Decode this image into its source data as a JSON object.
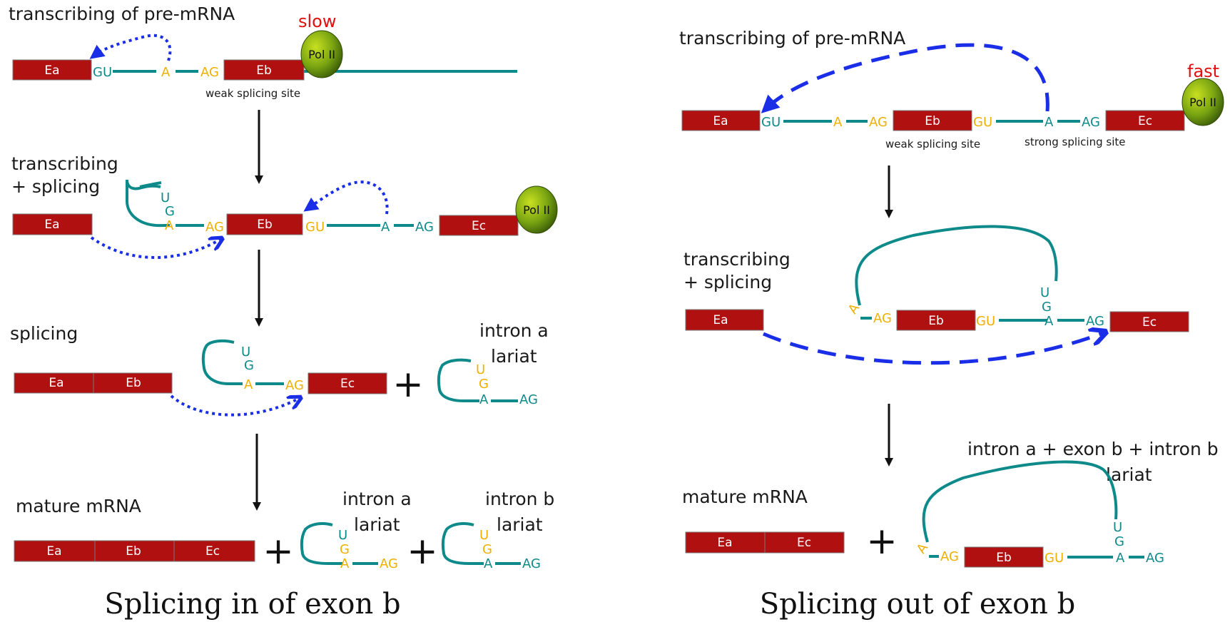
{
  "colors": {
    "exon": "#b01010",
    "intron": "#0e8a8a",
    "splice_yellow": "#f0b000",
    "arrow_blue": "#1a2ee8",
    "speed_red": "#e01010",
    "pol_green": "#6a9a10"
  },
  "left": {
    "stage1_label": "transcribing of pre-mRNA",
    "speed": "slow",
    "stage2_label_line1": "transcribing",
    "stage2_label_line2": "+ splicing",
    "stage3_label": "splicing",
    "stage4_label": "mature mRNA",
    "weak_site": "weak splicing site",
    "intron_a_line1": "intron a",
    "intron_a_line2": "lariat",
    "intron_b_line1": "intron b",
    "intron_b_line2": "lariat",
    "title": "Splicing in of exon b"
  },
  "right": {
    "stage1_label": "transcribing of pre-mRNA",
    "speed": "fast",
    "stage2_label_line1": "transcribing",
    "stage2_label_line2": "+ splicing",
    "stage4_label": "mature mRNA",
    "weak_site": "weak splicing site",
    "strong_site": "strong splicing site",
    "lariat_line1": "intron a + exon  b + intron b",
    "lariat_line2": "lariat",
    "title": "Splicing out of exon b"
  },
  "exons": {
    "ea": "Ea",
    "eb": "Eb",
    "ec": "Ec"
  },
  "sites": {
    "gu": "GU",
    "a": "A",
    "ag": "AG",
    "u": "U",
    "g": "G"
  },
  "pol": "Pol II",
  "plus": "+"
}
